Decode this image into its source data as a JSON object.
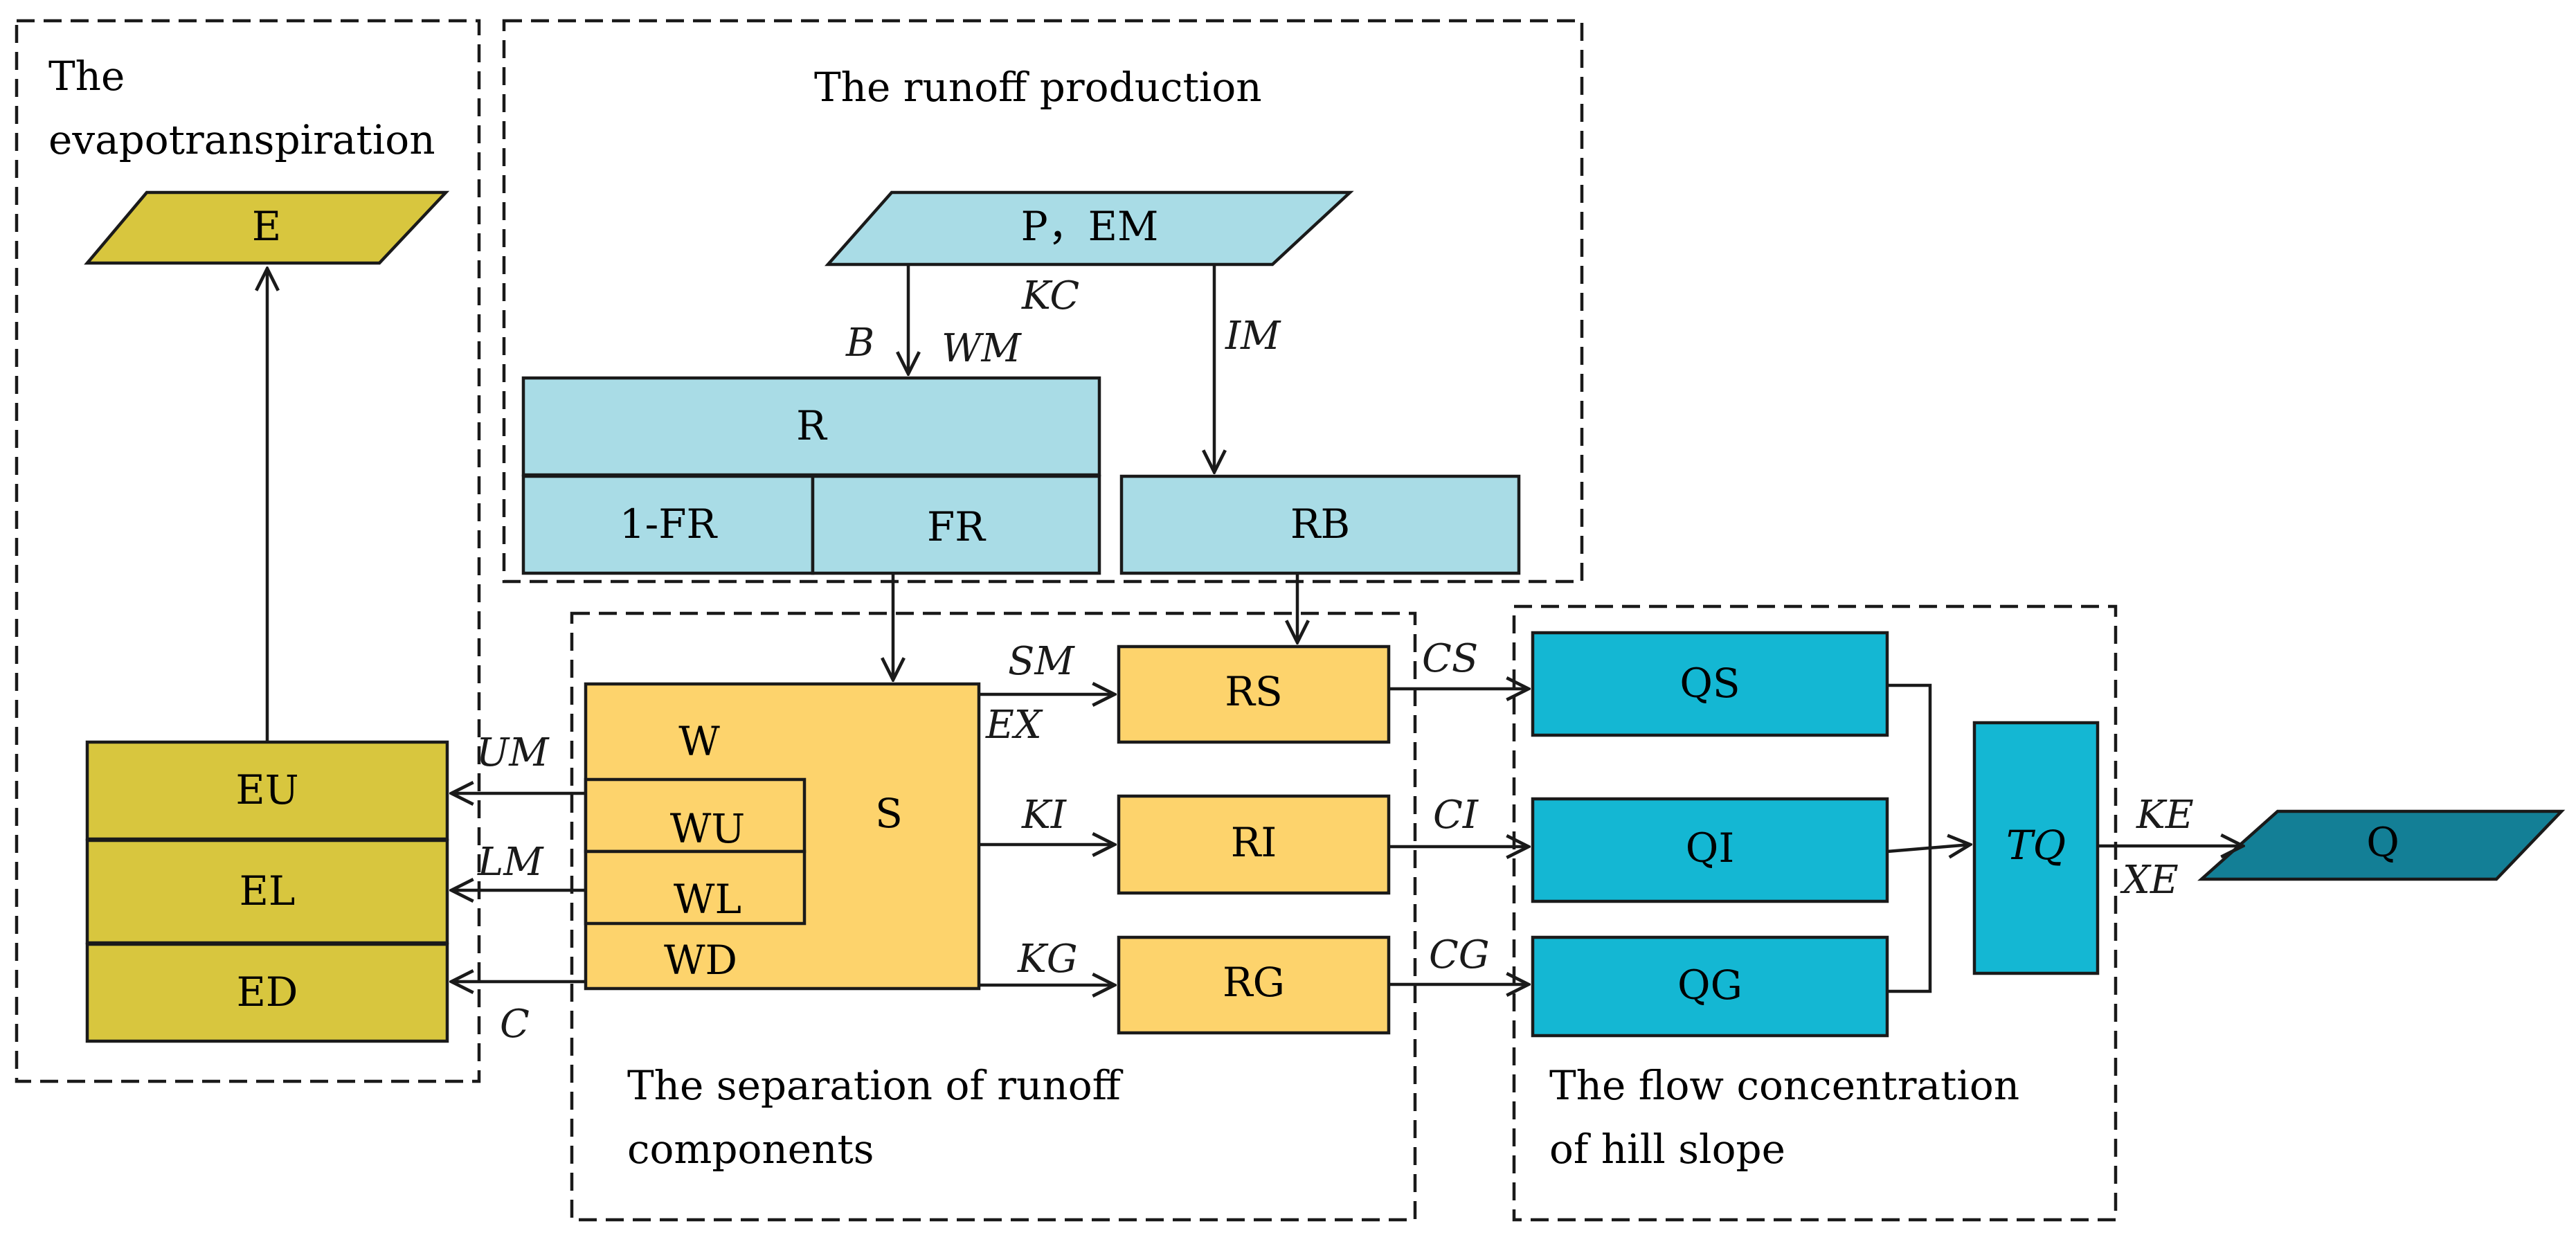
{
  "regions": {
    "evapotranspiration": [
      "The",
      "evapotranspiration"
    ],
    "runoff_production": [
      "The runoff production"
    ],
    "separation": [
      "The separation of runoff",
      "components"
    ],
    "flow_concentration": [
      "The flow concentration",
      "of hill slope"
    ]
  },
  "boxes": {
    "E": "E",
    "P_EM": "P，EM",
    "R": "R",
    "one_minus_FR": "1-FR",
    "FR": "FR",
    "RB": "RB",
    "EU": "EU",
    "EL": "EL",
    "ED": "ED",
    "S": "S",
    "W": "W",
    "WU": "WU",
    "WL": "WL",
    "WD": "WD",
    "RS": "RS",
    "RI": "RI",
    "RG": "RG",
    "QS": "QS",
    "QI": "QI",
    "QG": "QG",
    "TQ": "TQ",
    "Q": "Q"
  },
  "params": {
    "KC": "KC",
    "B": "B",
    "WM": "WM",
    "IM": "IM",
    "UM": "UM",
    "LM": "LM",
    "C": "C",
    "SM": "SM",
    "EX": "EX",
    "KI": "KI",
    "KG": "KG",
    "CS": "CS",
    "CI": "CI",
    "CG": "CG",
    "KE": "KE",
    "XE": "XE"
  },
  "colors": {
    "input_output_light": "#a9dce6",
    "evapotranspiration": "#d8c63e",
    "separation": "#fdd36c",
    "concentration": "#14b7d3",
    "outflow": "#137f96"
  }
}
